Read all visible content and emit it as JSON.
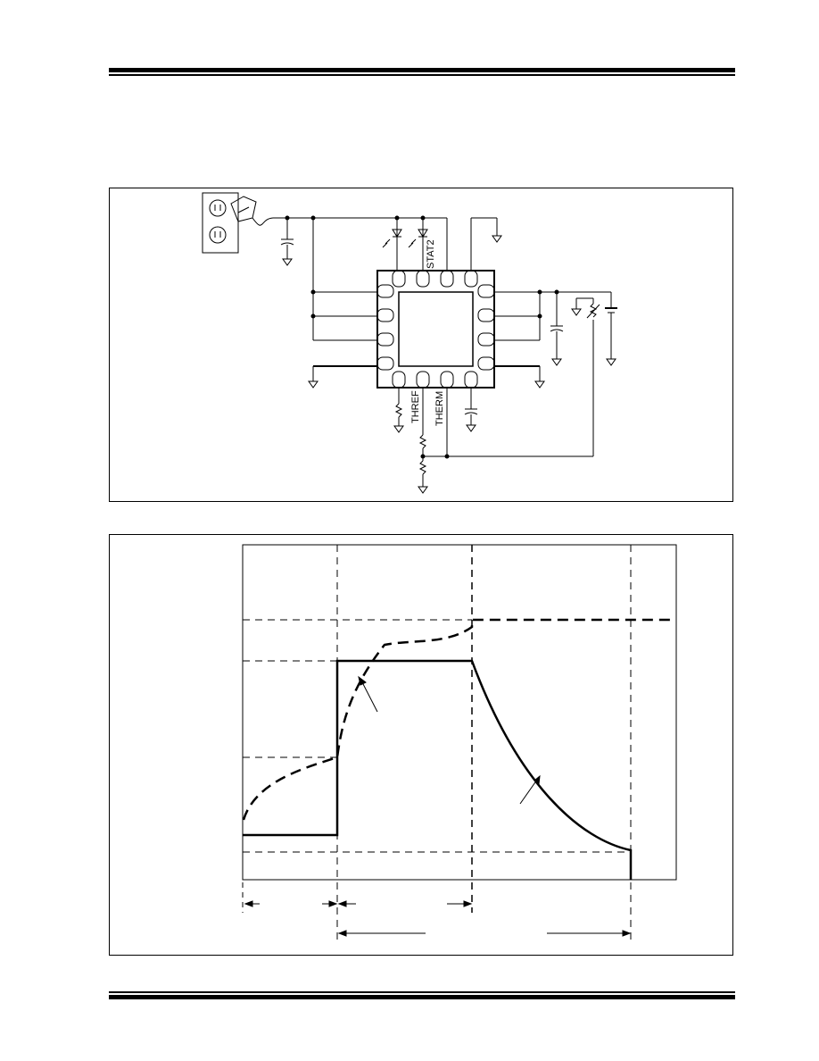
{
  "schematic": {
    "labels": {
      "stat2": "STAT2",
      "thref": "THREF",
      "therm": "THERM"
    }
  },
  "profile": {
    "current_trace": [
      [
        271,
        935
      ],
      [
        377,
        935
      ],
      [
        377,
        740
      ],
      [
        528,
        740
      ]
    ],
    "current_decay": {
      "start": [
        528,
        740
      ],
      "ctrl": [
        600,
        900
      ],
      "end": [
        705,
        952
      ],
      "drop": [
        705,
        985
      ]
    },
    "voltage_trace_desc": "dashed rise"
  }
}
